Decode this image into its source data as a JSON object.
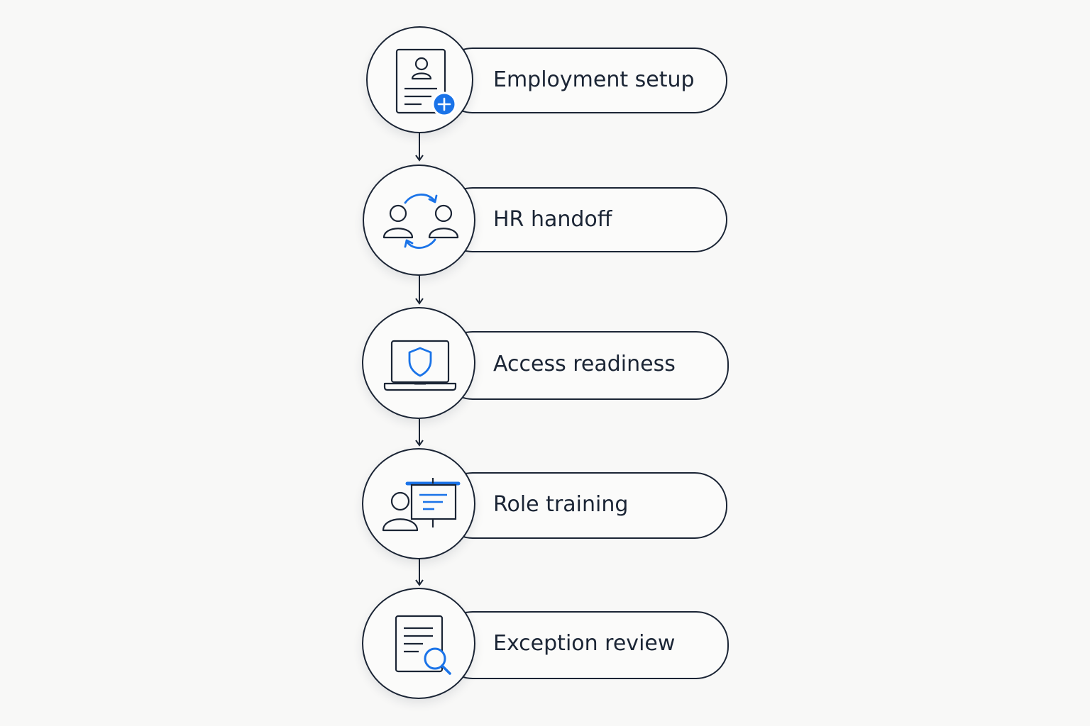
{
  "steps": [
    {
      "label": "Employment setup",
      "icon": "document-add-icon"
    },
    {
      "label": "HR handoff",
      "icon": "people-exchange-icon"
    },
    {
      "label": "Access readiness",
      "icon": "laptop-shield-icon"
    },
    {
      "label": "Role training",
      "icon": "presentation-icon"
    },
    {
      "label": "Exception review",
      "icon": "document-search-icon"
    }
  ],
  "colors": {
    "stroke": "#1b2535",
    "accent": "#1a73e8",
    "background": "#f8f8f7"
  }
}
